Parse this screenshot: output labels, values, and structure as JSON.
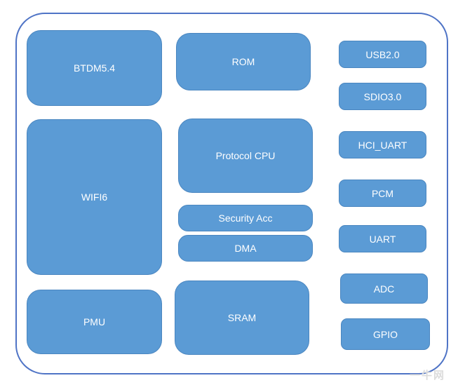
{
  "blocks": {
    "btdm": "BTDM5.4",
    "wifi": "WIFI6",
    "pmu": "PMU",
    "rom": "ROM",
    "protocol_cpu": "Protocol CPU",
    "security_acc": "Security Acc",
    "dma": "DMA",
    "sram": "SRAM",
    "usb": "USB2.0",
    "sdio": "SDIO3.0",
    "hci_uart": "HCI_UART",
    "pcm": "PCM",
    "uart": "UART",
    "adc": "ADC",
    "gpio": "GPIO"
  },
  "colors": {
    "block_fill": "#5b9bd5",
    "frame_border": "#4f74c6"
  },
  "watermark": "一牛网"
}
